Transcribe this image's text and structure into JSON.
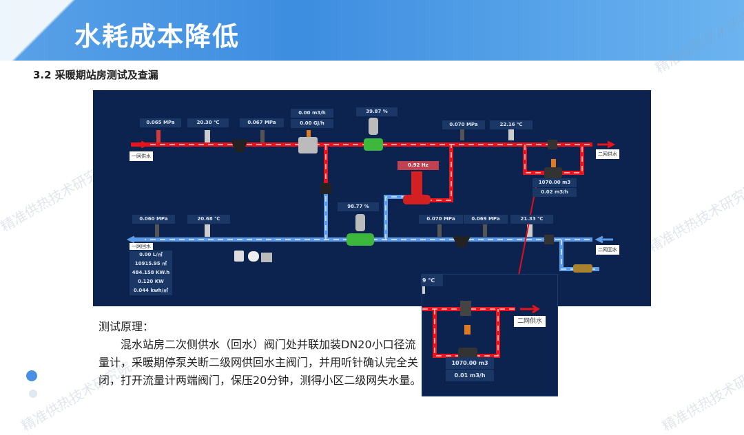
{
  "header": {
    "title": "水耗成本降低",
    "watermark": "精准供热技术研究院"
  },
  "section": {
    "subtitle": "3.2  采暖期站房测试及查漏"
  },
  "diagram": {
    "supply_readings": [
      "0.065 MPa",
      "20.30 ℃",
      "0.067 MPa",
      "0.070 MPa",
      "22.16 ℃"
    ],
    "flow_meter": [
      "0.00 m3/h",
      "0.00 GJ/h"
    ],
    "valve_top": "39.87 %",
    "pump_freq": "0.92 Hz",
    "valve_bottom": "98.77 %",
    "return_readings_left": [
      "0.060 MPa",
      "20.68 ℃"
    ],
    "return_readings_right": [
      "0.070 MPa",
      "0.069 MPa",
      "21.33 ℃"
    ],
    "bypass_meter": [
      "1070.00 m3",
      "0.02 m3/h"
    ],
    "tags": {
      "primary_supply": "一网供水",
      "primary_return": "一网回水",
      "secondary_supply": "二网供水",
      "secondary_return": "二网回水"
    },
    "stats": [
      "0.00 L/㎡",
      "10915.95 ㎡",
      "484.158 KW.h",
      "0.120 KW",
      "0.044 kwh/㎡"
    ],
    "colors": {
      "background": "#0c2350",
      "supply": "#e8131b",
      "return": "#5b9be8"
    }
  },
  "inset": {
    "temp": "9 ℃",
    "tag": "二网供水",
    "meter": [
      "1070.00 m3",
      "0.01 m3/h"
    ]
  },
  "principle": {
    "heading": "测试原理：",
    "body": "混水站房二次侧供水（回水）阀门处并联加装DN20小口径流量计，采暖期停泵关断二级网供回水主阀门，并用听针确认完全关闭，打开流量计两端阀门，保压20分钟，测得小区二级网失水量。"
  }
}
